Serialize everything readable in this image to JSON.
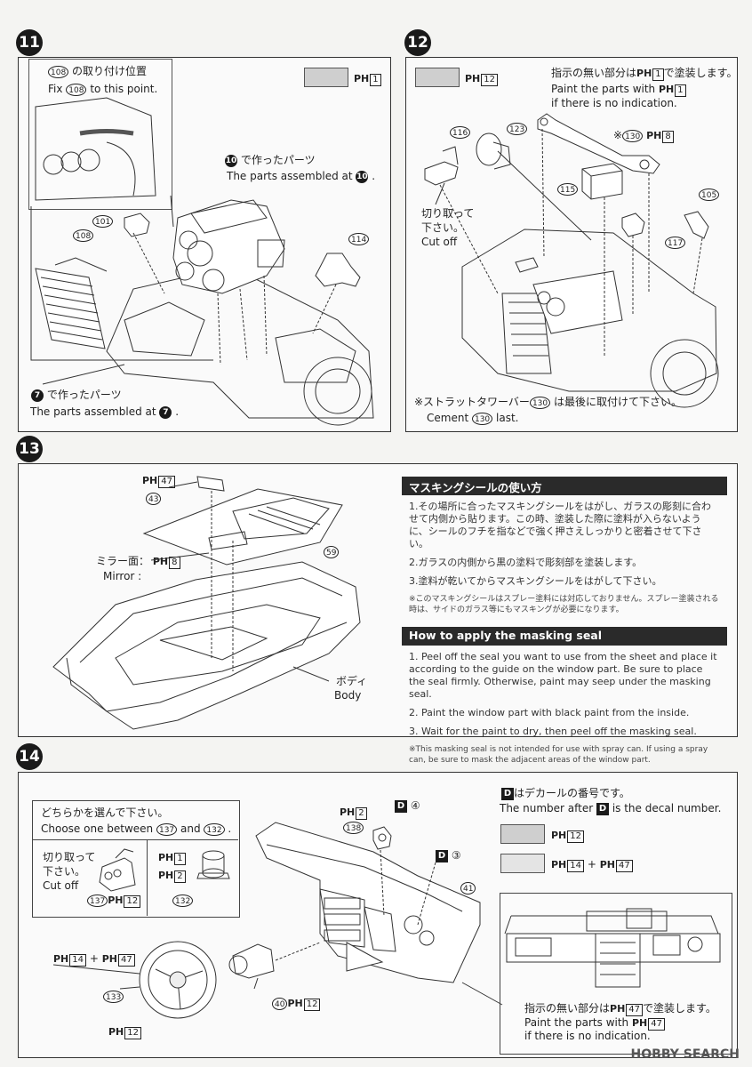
{
  "steps": {
    "s11": {
      "number": "11",
      "paint_ref": "1",
      "inset_part": "108",
      "inset_jp": "の取り付け位置",
      "inset_en_prefix": "Fix",
      "inset_en_suffix": "to this point.",
      "asm_step": "10",
      "asm_jp": "で作ったパーツ",
      "asm_en": "The parts assembled at",
      "asm2_step": "7",
      "asm2_jp": "で作ったパーツ",
      "asm2_en": "The parts assembled at",
      "parts": [
        "101",
        "108",
        "114"
      ],
      "swatch_color": "#cfcfcf"
    },
    "s12": {
      "number": "12",
      "paint_ref": "12",
      "note_jp_a": "指示の無い部分は",
      "note_ref": "1",
      "note_jp_b": "で塗装します。",
      "note_en_a": "Paint the parts with",
      "note_en_b": "if there is no indication.",
      "parts": [
        "116",
        "123",
        "130",
        "115",
        "105",
        "117"
      ],
      "strut_ref": "8",
      "cut_jp1": "切り取って",
      "cut_jp2": "下さい。",
      "cut_en": "Cut off",
      "strut_note_jp_a": "※ストラットタワーバー",
      "strut_note_jp_b": "は最後に取付けて下さい。",
      "strut_note_en_a": "Cement",
      "strut_note_en_b": "last.",
      "strut_part": "130",
      "swatch_color": "#cfcfcf"
    },
    "s13": {
      "number": "13",
      "part_43": "43",
      "ref_43": "47",
      "part_59": "59",
      "mirror_jp": "ミラー面：",
      "mirror_en": "Mirror :",
      "mirror_ref": "8",
      "body_jp": "ボディ",
      "body_en": "Body"
    },
    "s14": {
      "number": "14",
      "choose_jp": "どちらかを選んで下さい。",
      "choose_en_a": "Choose one between",
      "choose_en_b": "and",
      "part_a": "137",
      "part_b": "132",
      "cut_jp1": "切り取って",
      "cut_jp2": "下さい。",
      "cut_en": "Cut off",
      "ref_137": "12",
      "ref_132a": "1",
      "ref_132b": "2",
      "decal_letter": "D",
      "decal_jp": "はデカールの番号です。",
      "decal_en_a": "The number after",
      "decal_en_b": "is the decal number.",
      "decal_4": "④",
      "decal_3": "③",
      "part_138": "138",
      "ref_138": "2",
      "part_41": "41",
      "part_133": "133",
      "ref_133": "12",
      "ref_wheel_a": "14",
      "ref_wheel_b": "47",
      "part_40": "40",
      "ref_40": "12",
      "swatch1_ref": "12",
      "swatch2_ref_a": "14",
      "swatch2_ref_b": "47",
      "note_jp_a": "指示の無い部分は",
      "note_ref": "47",
      "note_jp_b": "で塗装します。",
      "note_en_a": "Paint the parts with",
      "note_en_b": "if there is no indication.",
      "swatch1_color": "#cfcfcf",
      "swatch2_color": "#e4e4e4"
    }
  },
  "masking": {
    "jp_title": "マスキングシールの使い方",
    "jp_1": "1.その場所に合ったマスキングシールをはがし、ガラスの彫刻に合わせて内側から貼ります。この時、塗装した際に塗料が入らないように、シールのフチを指などで強く押さえしっかりと密着させて下さい。",
    "jp_2": "2.ガラスの内側から黒の塗料で彫刻部を塗装します。",
    "jp_3": "3.塗料が乾いてからマスキングシールをはがして下さい。",
    "jp_note": "※このマスキングシールはスプレー塗料には対応しておりません。スプレー塗装される時は、サイドのガラス等にもマスキングが必要になります。",
    "en_title": "How to apply the masking seal",
    "en_1": "1. Peel off the seal you want to use from the sheet and place it according to the guide on the window part. Be sure to place the seal firmly. Otherwise, paint may seep under the masking seal.",
    "en_2": "2. Paint the window part with black paint from the inside.",
    "en_3": "3. Wait for the paint to dry, then peel off the masking seal.",
    "en_note": "※This masking seal is not intended for use with spray can. If using a spray can, be sure to mask the adjacent areas of the window part."
  },
  "watermark": "HOBBY SEARCH",
  "paint_prefix": "PH"
}
